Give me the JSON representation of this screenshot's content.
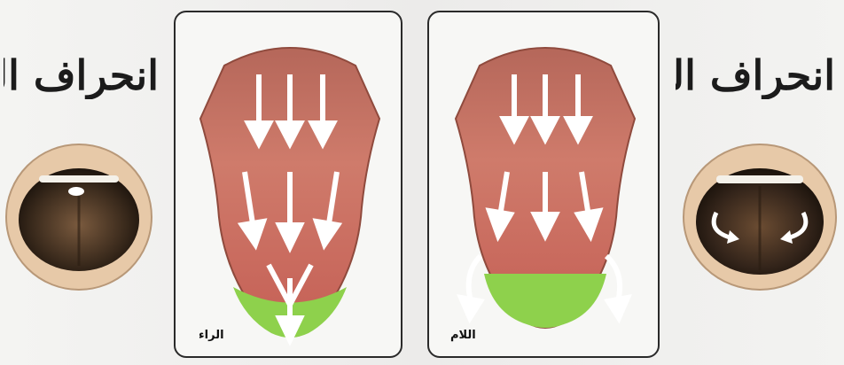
{
  "headings": {
    "left": "انحراف الراء",
    "right": "انحراف اللام"
  },
  "panels": {
    "ra_label": "الراء",
    "lam_label": "اللام"
  },
  "colors": {
    "tongue": "#c9695a",
    "tip_highlight": "#8ed14c",
    "mouth_interior": "#3a2a1c",
    "lip": "#e7c9a8"
  },
  "icons": [
    "down-arrow-icon",
    "curved-arrow-icon"
  ]
}
